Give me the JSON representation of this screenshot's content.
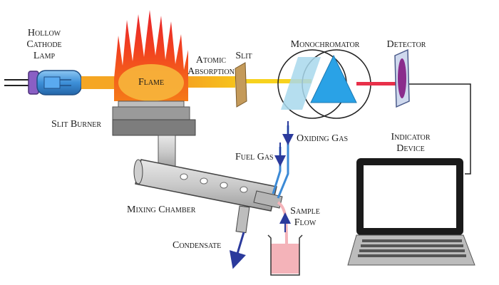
{
  "labels": {
    "hollow_cathode_lamp": [
      "Hollow",
      "Cathode",
      "Lamp"
    ],
    "flame": "Flame",
    "atomic_absorption": [
      "Atomic",
      "Absorption"
    ],
    "slit": "Slit",
    "monochromator": "Monochromator",
    "detector": "Detector",
    "slit_burner": "Slit Burner",
    "oxiding_gas": "Oxiding Gas",
    "fuel_gas": "Fuel Gas",
    "indicator_device": [
      "Indicator",
      "Device"
    ],
    "mixing_chamber": "Mixing Chamber",
    "sample_flow": [
      "Sample",
      "Flow"
    ],
    "condensate": "Condensate"
  },
  "colors": {
    "lamp_body": "#3d8fd8",
    "lamp_cap": "#8a5fc4",
    "beam_orange": "#f5a623",
    "beam_yellow": "#f7d21e",
    "beam_red": "#e8304a",
    "prism": "#2aa2e6",
    "detector_disc": "#8a2c8c",
    "burner_gray": "#9a9a9a",
    "sample_pink": "#f4b3b9",
    "arrow_blue": "#2b3a9c"
  }
}
